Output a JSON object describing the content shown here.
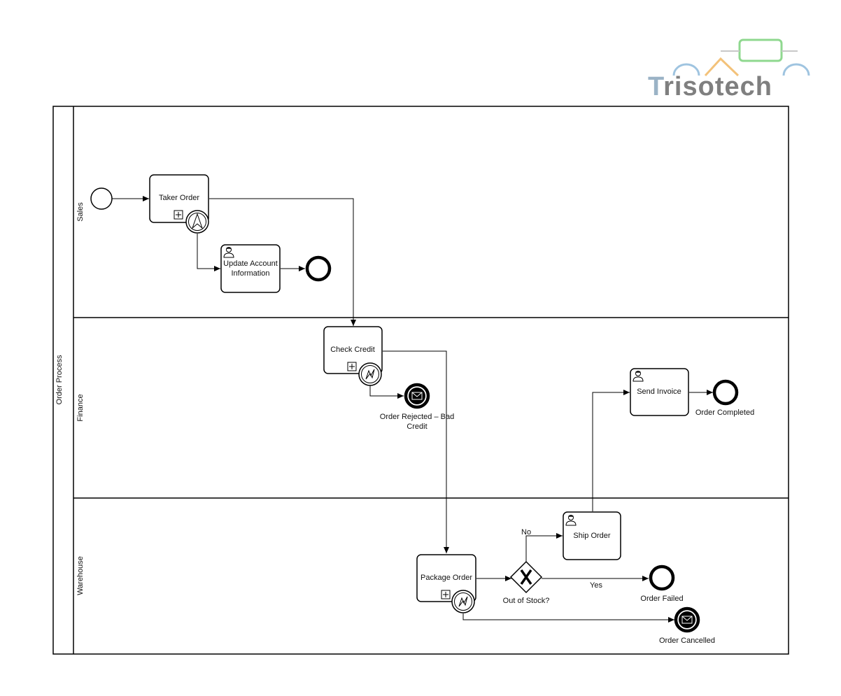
{
  "logo": {
    "text": "Trisotech",
    "first_letter_color": "#9bb3c6",
    "rest_color": "#7f7f7f",
    "accent_green": "#8fd88f",
    "accent_orange": "#f3c27a",
    "accent_blue": "#9fc4e0"
  },
  "pool": {
    "label": "Order Process"
  },
  "lanes": {
    "sales": "Sales",
    "finance": "Finance",
    "warehouse": "Warehouse"
  },
  "tasks": {
    "taker_order": "Taker Order",
    "update_account_1": "Update Account",
    "update_account_2": "Information",
    "check_credit": "Check Credit",
    "send_invoice": "Send Invoice",
    "ship_order": "Ship Order",
    "package_order": "Package Order"
  },
  "events": {
    "order_rejected_1": "Order Rejected – Bad",
    "order_rejected_2": "Credit",
    "order_completed": "Order Completed",
    "order_failed": "Order Failed",
    "order_cancelled": "Order Cancelled"
  },
  "gateway": {
    "label": "Out of Stock?"
  },
  "flows": {
    "no_label": "No",
    "yes_label": "Yes"
  }
}
